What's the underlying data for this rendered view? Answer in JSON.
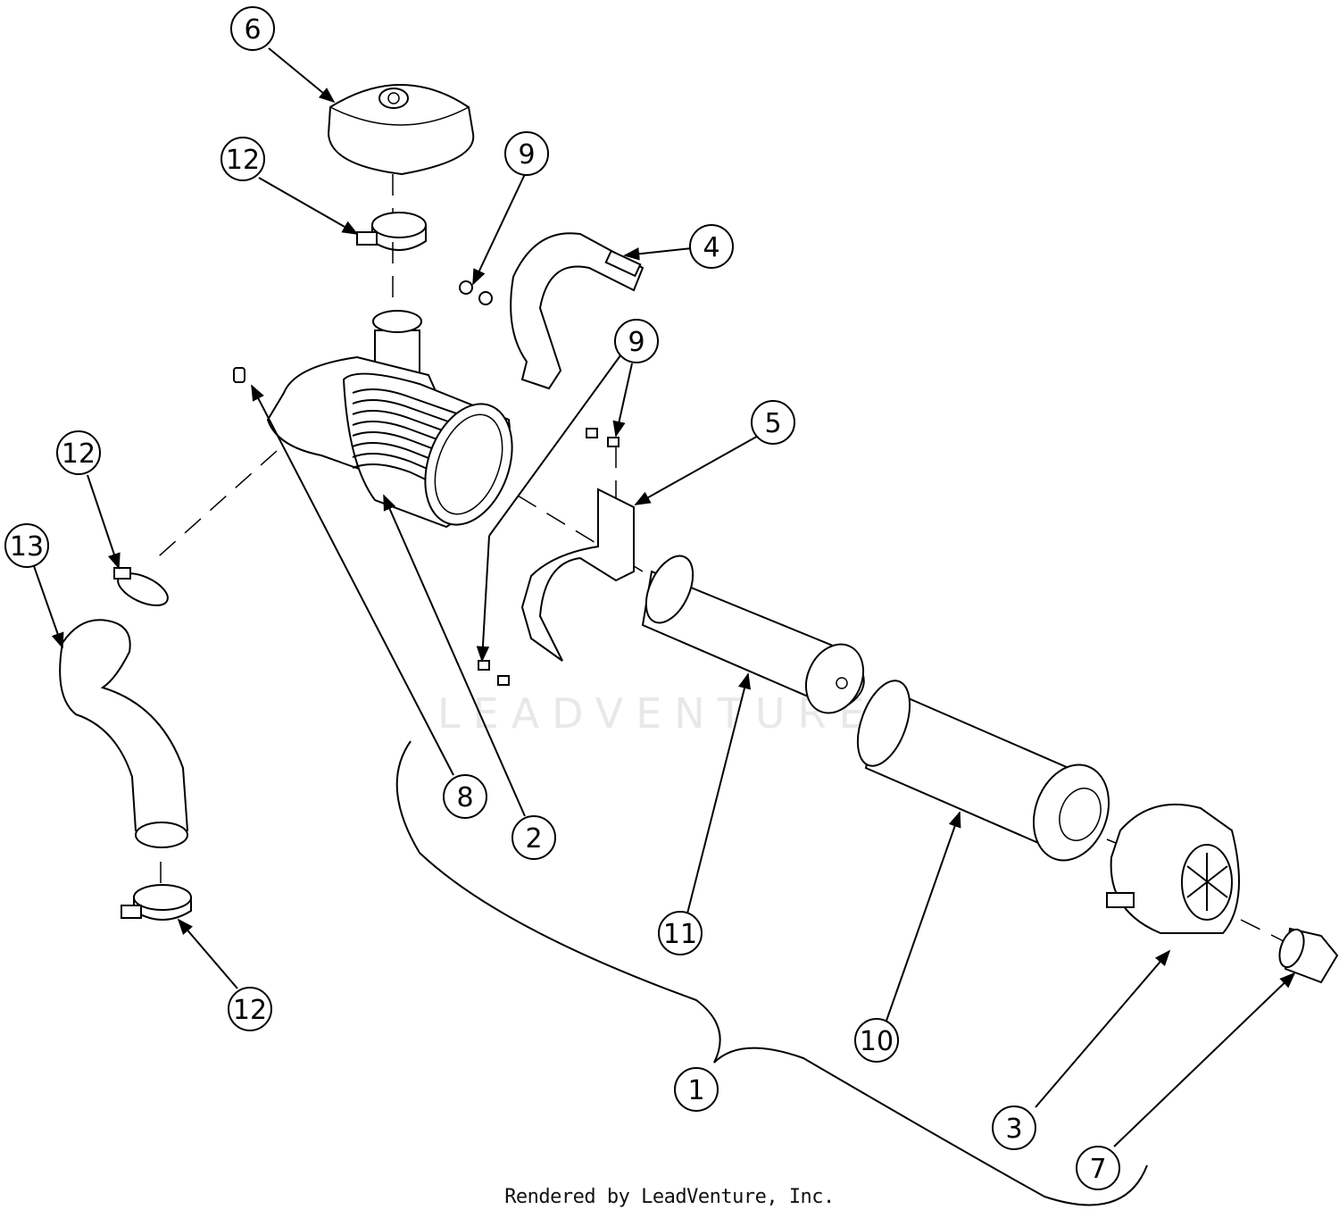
{
  "watermark": "LEADVENTURE",
  "footer": "Rendered by LeadVenture, Inc.",
  "callouts": [
    {
      "id": "c6",
      "label": "6"
    },
    {
      "id": "c12a",
      "label": "12"
    },
    {
      "id": "c9a",
      "label": "9"
    },
    {
      "id": "c4",
      "label": "4"
    },
    {
      "id": "c9b",
      "label": "9"
    },
    {
      "id": "c5",
      "label": "5"
    },
    {
      "id": "c12b",
      "label": "12"
    },
    {
      "id": "c13",
      "label": "13"
    },
    {
      "id": "c8",
      "label": "8"
    },
    {
      "id": "c2",
      "label": "2"
    },
    {
      "id": "c11",
      "label": "11"
    },
    {
      "id": "c10",
      "label": "10"
    },
    {
      "id": "c12c",
      "label": "12"
    },
    {
      "id": "c1",
      "label": "1"
    },
    {
      "id": "c3",
      "label": "3"
    },
    {
      "id": "c7",
      "label": "7"
    }
  ]
}
